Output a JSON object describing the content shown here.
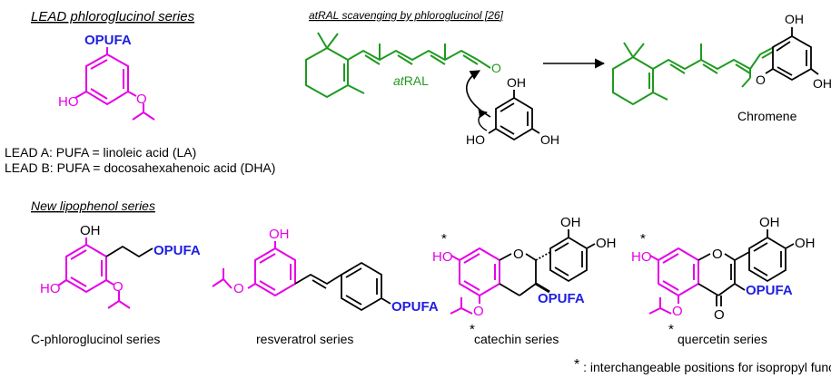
{
  "colors": {
    "magenta": "#e600e6",
    "blue": "#1f1fe0",
    "green": "#1f9a1f",
    "black": "#000000"
  },
  "headers": {
    "lead_series": "LEAD phloroglucinol series",
    "atral_scavenging": "atRAL scavenging by phloroglucinol [26]",
    "new_series": "New lipophenol series"
  },
  "lead": {
    "opufa": "OPUFA",
    "ho": "HO",
    "o": "O",
    "lead_a": "LEAD A: PUFA = linoleic acid (LA)",
    "lead_b": "LEAD B: PUFA = docosahexahenoic acid (DHA)"
  },
  "scavenging": {
    "atral_prefix": "at",
    "atral_suffix": "RAL",
    "aldehyde_o": "O",
    "oh_top": "OH",
    "ho_left": "HO",
    "oh_right": "OH",
    "product_oh_top": "OH",
    "product_oh_right": "OH",
    "product_ring_o": "O",
    "product_name": "Chromene"
  },
  "new_series": {
    "c_phloro": {
      "oh": "OH",
      "opufa": "OPUFA",
      "ho": "HO",
      "o": "O",
      "name": "C-phloroglucinol series"
    },
    "resveratrol": {
      "oh": "OH",
      "o": "O",
      "opufa": "OPUFA",
      "name": "resveratrol series"
    },
    "catechin": {
      "star_top": "*",
      "ho": "HO",
      "ring_o": "O",
      "oh1": "OH",
      "oh2": "OH",
      "opufa": "OPUFA",
      "o": "O",
      "star_bottom": "*",
      "name": "catechin series"
    },
    "quercetin": {
      "star_top": "*",
      "ho": "HO",
      "ring_o": "O",
      "oh1": "OH",
      "oh2": "OH",
      "opufa": "OPUFA",
      "o": "O",
      "carbonyl_o": "O",
      "star_bottom": "*",
      "name": "quercetin series"
    }
  },
  "footnote": {
    "star": "*",
    "text": " : interchangeable positions for isopropyl function"
  }
}
